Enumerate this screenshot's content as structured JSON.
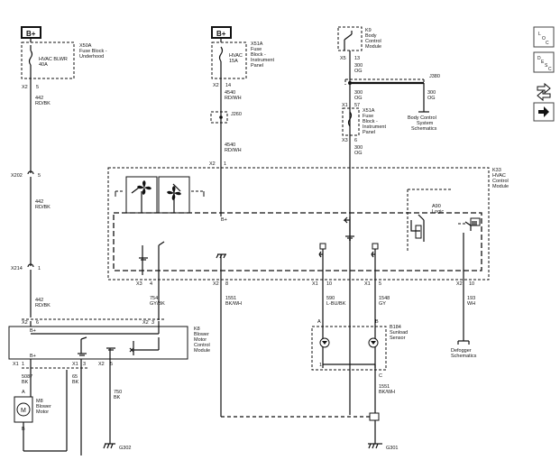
{
  "modules": {
    "x50a_top": {
      "lines": [
        "X50A",
        "Fuse Block -",
        "Underhood"
      ]
    },
    "x51a_top": {
      "lines": [
        "X51A",
        "Fuse",
        "Block -",
        "Instrument",
        "Panel"
      ]
    },
    "k9": {
      "lines": [
        "K9",
        "Body",
        "Control",
        "Module"
      ]
    },
    "x51a_mid": {
      "lines": [
        "X51A",
        "Fuse",
        "Block -",
        "Instrument",
        "Panel"
      ]
    },
    "k33": {
      "lines": [
        "K33",
        "HVAC",
        "Control",
        "Module"
      ]
    },
    "a90": {
      "lines": [
        "A90",
        "Logic"
      ]
    },
    "k8": {
      "lines": [
        "K8",
        "Blower",
        "Motor",
        "Control",
        "Module"
      ]
    },
    "m8": {
      "lines": [
        "M8",
        "Blower",
        "Motor"
      ]
    },
    "b184": {
      "lines": [
        "B184",
        "Sunload",
        "Sensor"
      ]
    },
    "bcm_schem": {
      "lines": [
        "Body Control",
        "System",
        "Schematics"
      ]
    },
    "defog_schem": {
      "lines": [
        "Defogger",
        "Schematics"
      ]
    }
  },
  "labels": {
    "bplus_box_left": "B+",
    "bplus_box_mid": "B+",
    "fuse_hvac": [
      "HVAC BLWR",
      "40A"
    ],
    "fuse_hvac15": [
      "HVAC",
      "15A"
    ],
    "j260": "J260",
    "j380": "J380",
    "x202": "X202",
    "x214": "X214",
    "g302": "G302",
    "g301": "G301",
    "bplus_k33": "B+",
    "bplus_k8": "B+",
    "bplus_k8_low": "B+",
    "m_symbol": "M",
    "pin_a_m8": "A",
    "pin_b_m8": "B",
    "pin_a_b184": "A",
    "pin_b_b184": "B",
    "pin_c_b184": "C"
  },
  "connectors": [
    {
      "id": "c1",
      "conn": "X2",
      "pin": "5"
    },
    {
      "id": "c2",
      "conn": "X2",
      "pin": "14"
    },
    {
      "id": "c3",
      "conn": "X5",
      "pin": "13"
    },
    {
      "id": "c4",
      "conn": "X1",
      "pin": "57"
    },
    {
      "id": "c5",
      "conn": "X3",
      "pin": "6"
    },
    {
      "id": "c6",
      "conn": "X2",
      "pin": "1"
    },
    {
      "id": "c7",
      "conn": "X202",
      "pin": "5"
    },
    {
      "id": "c8",
      "conn": "X214",
      "pin": "1"
    },
    {
      "id": "c9",
      "conn": "X3",
      "pin": "4"
    },
    {
      "id": "c10",
      "conn": "X2",
      "pin": "8"
    },
    {
      "id": "c11",
      "conn": "X1",
      "pin": "10"
    },
    {
      "id": "c12",
      "conn": "X1",
      "pin": "5"
    },
    {
      "id": "c13",
      "conn": "X2",
      "pin": "10"
    },
    {
      "id": "c14",
      "conn": "X2",
      "pin": "6"
    },
    {
      "id": "c15",
      "conn": "X2",
      "pin": "3"
    },
    {
      "id": "c16",
      "conn": "X1",
      "pin": "1"
    },
    {
      "id": "c17",
      "conn": "X2",
      "pin": "5"
    }
  ],
  "wires": [
    {
      "id": "w1",
      "lines": [
        "442",
        "RD/BK"
      ]
    },
    {
      "id": "w2",
      "lines": [
        "442",
        "RD/BK"
      ]
    },
    {
      "id": "w3",
      "lines": [
        "442",
        "RD/BK"
      ]
    },
    {
      "id": "w4",
      "lines": [
        "4540",
        "RD/WH"
      ]
    },
    {
      "id": "w5",
      "lines": [
        "4540",
        "RD/WH"
      ]
    },
    {
      "id": "w6",
      "lines": [
        "300",
        "OG"
      ]
    },
    {
      "id": "w7",
      "lines": [
        "300",
        "OG"
      ]
    },
    {
      "id": "w8",
      "lines": [
        "300",
        "OG"
      ]
    },
    {
      "id": "w9",
      "lines": [
        "300",
        "OG"
      ]
    },
    {
      "id": "w10",
      "lines": [
        "754",
        "GY/BK"
      ]
    },
    {
      "id": "w11",
      "lines": [
        "1551",
        "BK/WH"
      ]
    },
    {
      "id": "w12",
      "lines": [
        "590",
        "L-BU/BK"
      ]
    },
    {
      "id": "w13",
      "lines": [
        "1548",
        "GY"
      ]
    },
    {
      "id": "w14",
      "lines": [
        "193",
        "WH"
      ]
    },
    {
      "id": "w15",
      "lines": [
        "5087",
        "BK"
      ]
    },
    {
      "id": "w16",
      "lines": [
        "65",
        "BK"
      ]
    },
    {
      "id": "w17",
      "lines": [
        "750",
        "BK"
      ]
    },
    {
      "id": "w18",
      "lines": [
        "1551",
        "BK/WH"
      ]
    }
  ],
  "toolbar": {
    "loc": [
      "L",
      "O",
      "C"
    ],
    "desc": [
      "D",
      "E",
      "S",
      "C"
    ]
  },
  "icons": [
    "location-icon",
    "description-icon",
    "connector-flip-icon",
    "arrow-right-icon"
  ]
}
